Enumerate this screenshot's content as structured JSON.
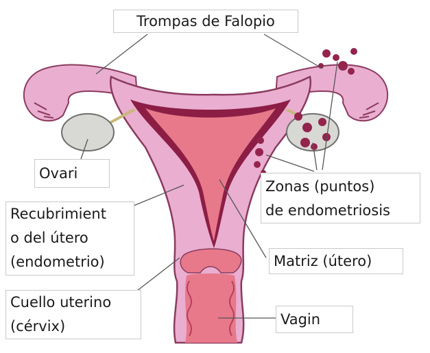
{
  "labels": {
    "trompas": "Trompas de Falopio",
    "ovari": "Ovari",
    "zonas": "Zonas (puntos)\nde endometriosis",
    "recubrimiento": "Recubrimient\no del útero\n(endometrio)",
    "matriz": "Matriz (útero)",
    "cuello": "Cuello uterino\n(cérvix)",
    "vagin": "Vagin"
  },
  "colors": {
    "uterus_outer": "#e9aed0",
    "uterus_inner": "#e8798a",
    "endometrium": "#8c1d45",
    "ovary": "#d8d8d4",
    "endometriosis_spots": "#93244d",
    "leader_lines": "#555555"
  }
}
